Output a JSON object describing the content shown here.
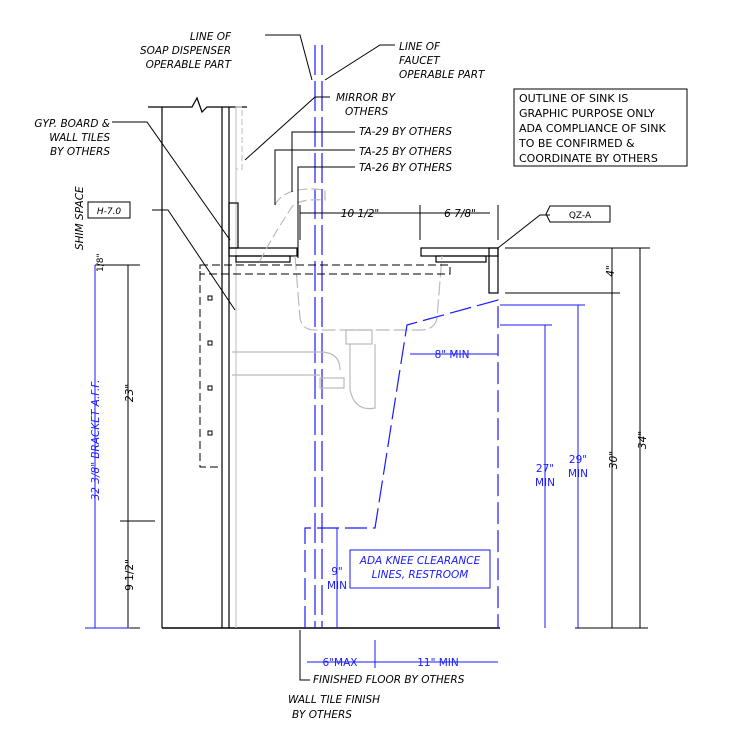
{
  "labels": {
    "soap": [
      "LINE OF",
      "SOAP DISPENSER",
      "OPERABLE PART"
    ],
    "faucet": [
      "LINE OF",
      "FAUCET",
      "OPERABLE PART"
    ],
    "mirror": [
      "MIRROR BY",
      "OTHERS"
    ],
    "gyp": [
      "GYP. BOARD &",
      "WALL TILES",
      "BY OTHERS"
    ],
    "ta29": "TA-29 BY OTHERS",
    "ta25": "TA-25 BY OTHERS",
    "ta26": "TA-26 BY OTHERS",
    "shim": "SHIM SPACE",
    "tag_h": "H-7.0",
    "tag_qz": "QZ-A",
    "finished_floor": "FINISHED FLOOR BY OTHERS",
    "wall_tile": [
      "WALL TILE FINISH",
      "BY OTHERS"
    ],
    "ada_knee": [
      "ADA KNEE CLEARANCE",
      "LINES, RESTROOM"
    ]
  },
  "note": [
    "OUTLINE OF SINK IS",
    "GRAPHIC PURPOSE ONLY",
    "ADA COMPLIANCE OF SINK",
    "TO BE CONFIRMED &",
    "COORDINATE BY OTHERS"
  ],
  "dimensions": {
    "d10_5": "10 1/2\"",
    "d6_78": "6 7/8\"",
    "d4": "4\"",
    "d34": "34\"",
    "d30": "30\"",
    "d29": [
      "29\"",
      "MIN"
    ],
    "d27": [
      "27\"",
      "MIN"
    ],
    "d8min": "8\" MIN",
    "d9min": [
      "9\"",
      "MIN"
    ],
    "d6max": "6\"MAX",
    "d11min": "11\" MIN",
    "d1_8": "1/8\"",
    "d23": "23\"",
    "d9_5": "9 1/2\"",
    "bracket": "32 3/8\"  BRACKET A.F.F."
  }
}
